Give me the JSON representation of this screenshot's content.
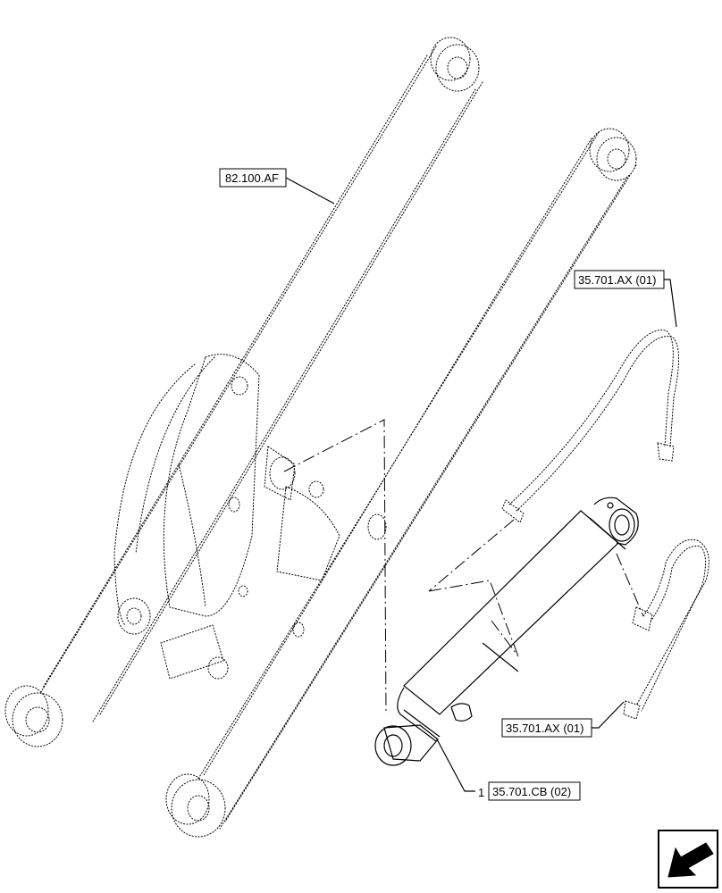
{
  "callouts": {
    "arm_ref": "82.100.AF",
    "hose_upper_ref": "35.701.AX (01)",
    "hose_lower_ref": "35.701.AX (01)",
    "cylinder_item_number": "1",
    "cylinder_ref": "35.701.CB (02)"
  },
  "icons": {
    "nav": "navigate-back-arrow-icon"
  }
}
